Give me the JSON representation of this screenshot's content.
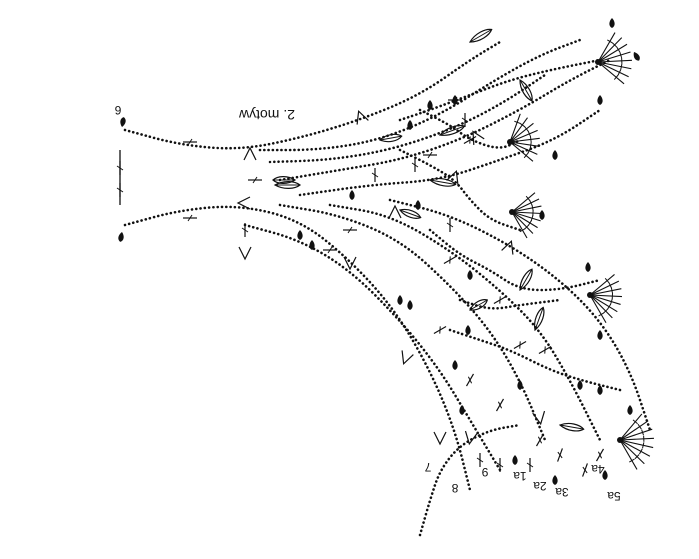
{
  "title": "2. motyw",
  "row_labels": [
    "6",
    "7",
    "8",
    "9",
    "1a",
    "2a",
    "3a",
    "4a",
    "5a"
  ],
  "colors": {
    "ink": "#111111",
    "background": "#ffffff"
  }
}
